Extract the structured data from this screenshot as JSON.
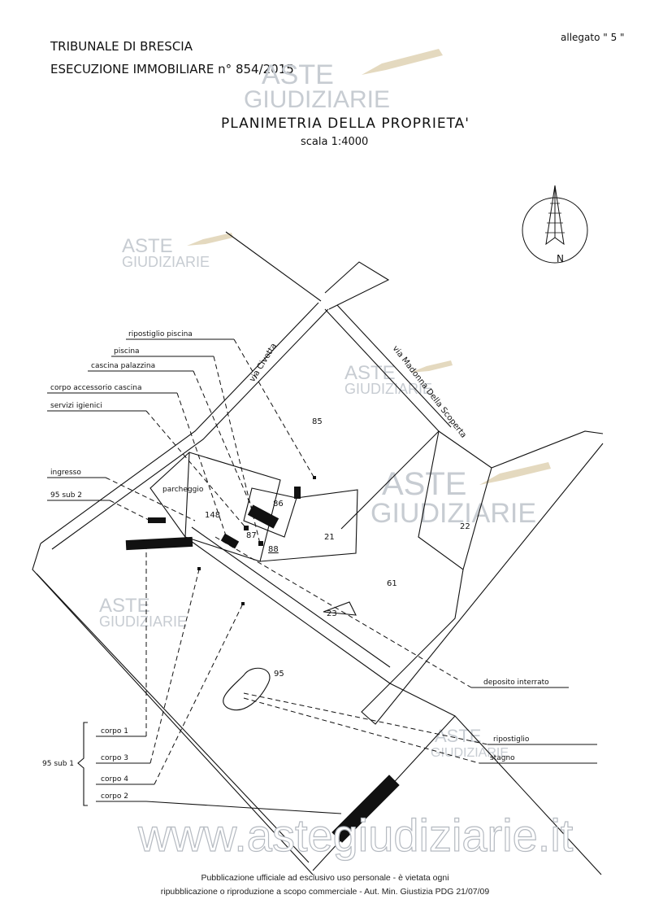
{
  "header": {
    "court": "TRIBUNALE DI BRESCIA",
    "case": "ESECUZIONE IMMOBILIARE n° 854/2015",
    "attachment": "allegato \" 5 \"",
    "title": "PLANIMETRIA DELLA PROPRIETA'",
    "scale": "scala 1:4000"
  },
  "watermark": {
    "line1": "ASTE",
    "line2": "GIUDIZIARIE",
    "url": "www.astegiudiziarie.it"
  },
  "compass": {
    "north_letter": "N",
    "icon": "north-arrow-icon"
  },
  "roads": {
    "via_civetta": "via Civetta",
    "via_madonna": "via Madonna Della Scoperta"
  },
  "parcels": {
    "p85_top": "85",
    "p86": "86",
    "p87": "87",
    "p88": "88",
    "p148": "148",
    "p21": "21",
    "p22": "22",
    "p61": "61",
    "p23": "23",
    "p95": "95",
    "parking": "parcheggio"
  },
  "labels": {
    "ripostiglio_piscina": "ripostiglio piscina",
    "piscina": "piscina",
    "cascina_palazzina": "cascina palazzina",
    "corpo_accessorio": "corpo accessorio cascina",
    "servizi_igienici": "servizi igienici",
    "ingresso": "ingresso",
    "sub2": "95 sub 2",
    "deposito": "deposito interrato",
    "ripostiglio": "ripostiglio",
    "stagno": "stagno",
    "sub1": "95 sub 1",
    "corpo1": "corpo 1",
    "corpo3": "corpo 3",
    "corpo4": "corpo 4",
    "corpo2": "corpo 2"
  },
  "footer": {
    "line1": "Pubblicazione ufficiale ad esclusivo uso personale - è vietata ogni",
    "line2": "ripubblicazione o riproduzione a scopo commerciale - Aut. Min. Giustizia PDG 21/07/09"
  }
}
